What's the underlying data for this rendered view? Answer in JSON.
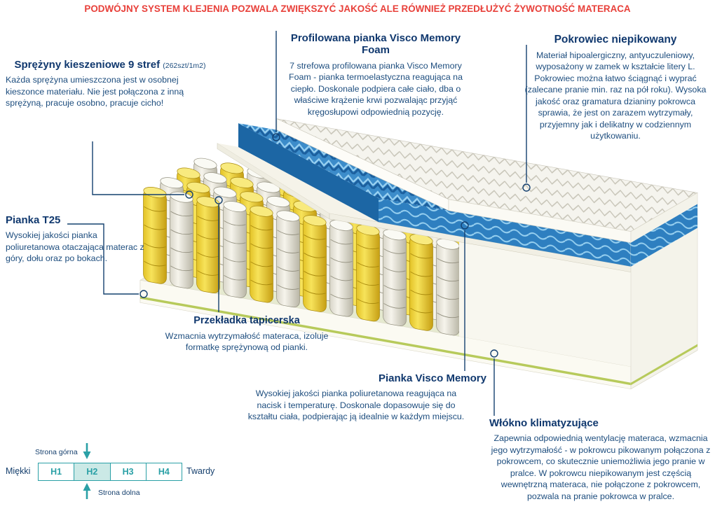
{
  "banner": {
    "text": "PODWÓJNY SYSTEM KLEJENIA POZWALA ZWIĘKSZYĆ JAKOŚĆ ALE RÓWNIEŻ PRZEDŁUŻYĆ ŻYWOTNOŚĆ MATERACA"
  },
  "annotations": {
    "springs": {
      "title": "Sprężyny kieszeniowe 9 stref",
      "subtitle": "(262szt/1m2)",
      "body": "Każda sprężyna umieszczona jest w osobnej kieszonce materiału. Nie jest połączona z inną sprężyną, pracuje osobno, pracuje cicho!"
    },
    "foam_t25": {
      "title": "Pianka T25",
      "body": "Wysokiej jakości pianka poliuretanowa otaczająca materac z góry, dołu oraz po bokach."
    },
    "spacer": {
      "title": "Przekładka tapicerska",
      "body": "Wzmacnia wytrzymałość materaca, izoluje formatkę sprężynową od pianki."
    },
    "profiled_foam": {
      "title": "Profilowana pianka Visco Memory Foam",
      "body": "7 strefowa profilowana pianka Visco Memory Foam - pianka termoelastyczna reagująca na ciepło. Doskonale podpiera całe ciało, dba o właściwe krążenie krwi pozwalając przyjąć kręgosłupowi odpowiednią pozycję."
    },
    "cover": {
      "title": "Pokrowiec niepikowany",
      "body": "Materiał hipoalergiczny, antyuczuleniowy, wyposażony w zamek w kształcie litery L. Pokrowiec można łatwo ściągnąć i wyprać (zalecane pranie min. raz na pół roku). Wysoka jakość oraz gramatura dzianiny pokrowca sprawia, że jest on zarazem wytrzymały, przyjemny jak i delikatny w codziennym użytkowaniu."
    },
    "visco_foam": {
      "title": "Pianka Visco Memory",
      "body": "Wysokiej jakości pianka poliuretanowa reagująca na nacisk i temperaturę. Doskonale dopasowuje się do kształtu ciała, podpierając ją idealnie w każdym miejscu."
    },
    "climate_fiber": {
      "title": "Włókno klimatyzujące",
      "body": "Zapewnia odpowiednią wentylację materaca, wzmacnia jego wytrzymałość - w pokrowcu pikowanym połączona z pokrowcem, co skutecznie uniemożliwia jego pranie w pralce. W pokrowcu niepikowanym jest częścią wewnętrzną materaca, nie połączone z pokrowcem, pozwala na pranie pokrowca w pralce."
    }
  },
  "hardness_scale": {
    "top_side_label": "Strona górna",
    "bottom_side_label": "Strona dolna",
    "soft_label": "Miękki",
    "hard_label": "Twardy",
    "levels": [
      "H1",
      "H2",
      "H3",
      "H4"
    ],
    "selected_level": "H2"
  },
  "colors": {
    "banner_red": "#e8403a",
    "headline_navy": "#10386e",
    "body_navy": "#1d4d7e",
    "spring_yellow": "#f0d434",
    "spring_white": "#eceade",
    "visco_blue": "#2e7fc0",
    "base_green": "#b7ca5b",
    "scale_teal": "#2aa0a6"
  }
}
